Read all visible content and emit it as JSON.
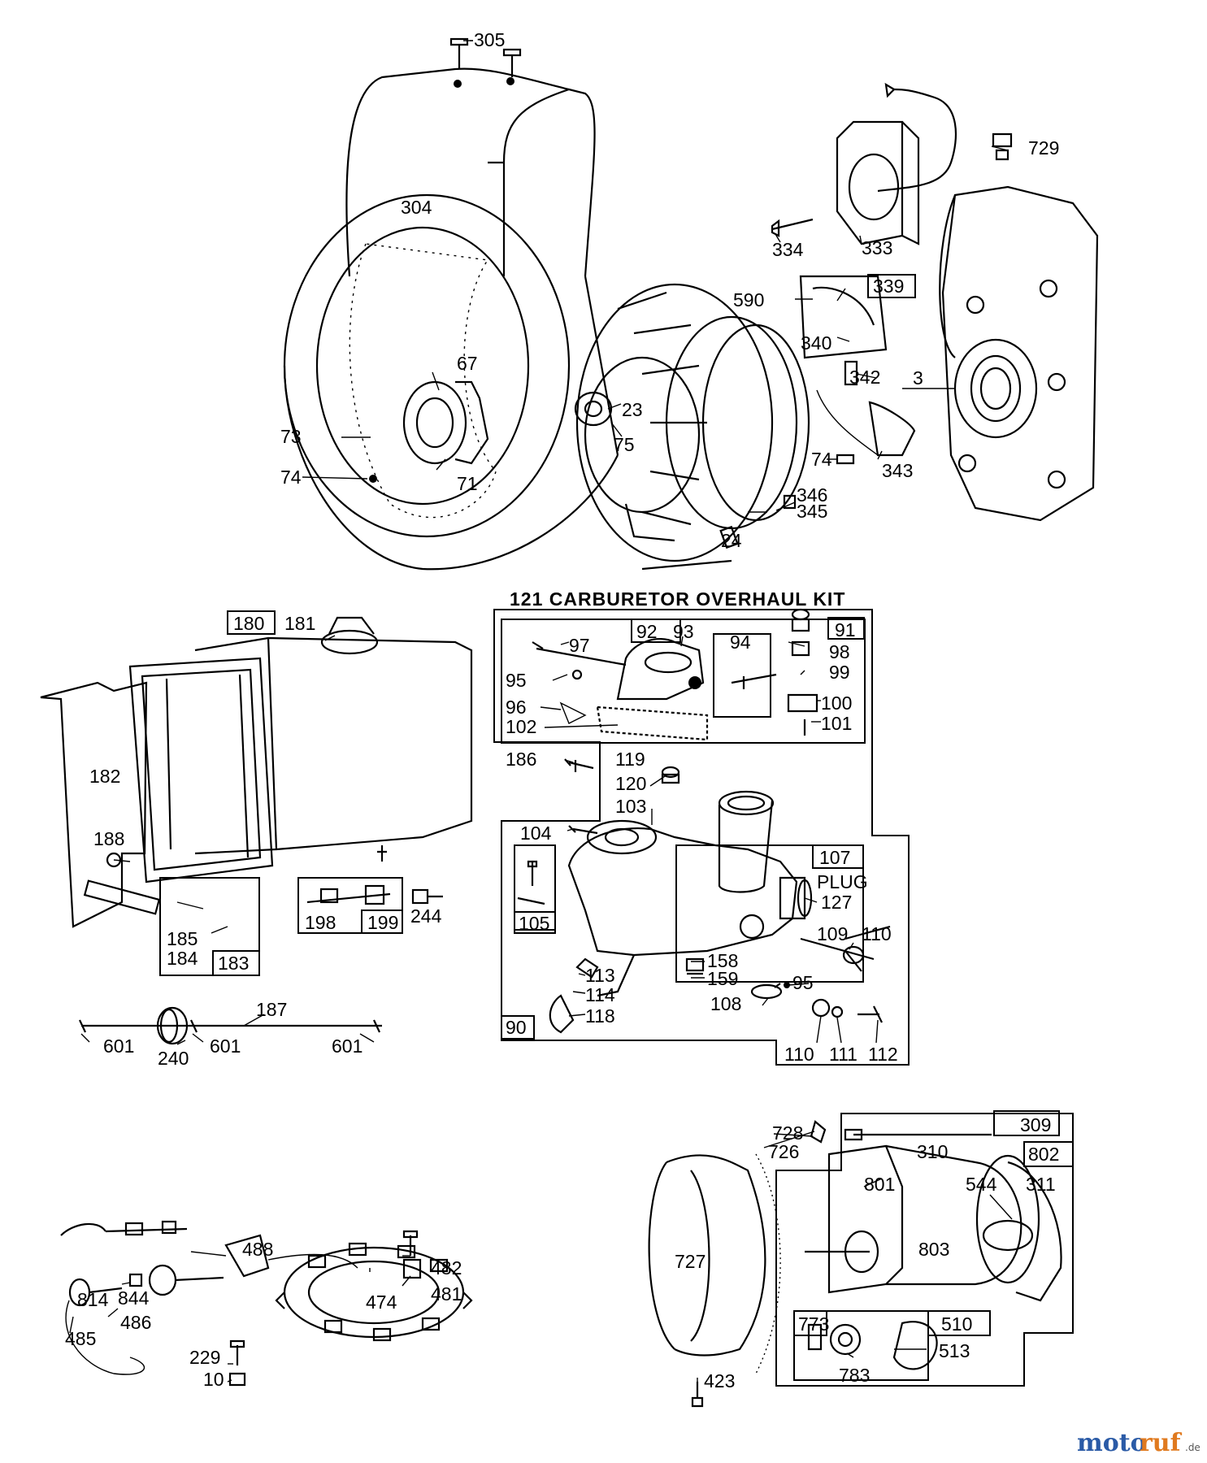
{
  "kit_header": "121 CARBURETOR OVERHAUL KIT",
  "plug_label": "PLUG",
  "watermark": {
    "main_a": "moto",
    "main_b": "ruf",
    "suffix": ".de"
  },
  "callouts": {
    "305": "305",
    "304": "304",
    "729": "729",
    "334": "334",
    "333": "333",
    "590": "590",
    "339": "339",
    "340": "340",
    "342": "342",
    "3": "3",
    "343": "343",
    "74a": "74",
    "74b": "74",
    "346": "346",
    "345": "345",
    "24": "24",
    "67": "67",
    "73": "73",
    "71": "71",
    "23": "23",
    "75": "75",
    "180": "180",
    "181": "181",
    "182": "182",
    "188": "188",
    "185": "185",
    "184": "184",
    "183": "183",
    "198": "198",
    "199": "199",
    "244": "244",
    "187": "187",
    "601a": "601",
    "601b": "601",
    "601c": "601",
    "240": "240",
    "92": "92",
    "93": "93",
    "94": "94",
    "91": "91",
    "97": "97",
    "98": "98",
    "99": "99",
    "95a": "95",
    "96": "96",
    "100": "100",
    "101": "101",
    "102": "102",
    "186": "186",
    "119": "119",
    "120": "120",
    "103": "103",
    "104": "104",
    "107": "107",
    "127": "127",
    "105": "105",
    "109": "109",
    "110a": "110",
    "158": "158",
    "159": "159",
    "95b": "95",
    "108": "108",
    "113": "113",
    "114": "114",
    "118": "118",
    "90": "90",
    "110b": "110",
    "111": "111",
    "112": "112",
    "309": "309",
    "728": "728",
    "726": "726",
    "310": "310",
    "802": "802",
    "801": "801",
    "544": "544",
    "311": "311",
    "727": "727",
    "803": "803",
    "773": "773",
    "510": "510",
    "513": "513",
    "783": "783",
    "423": "423",
    "488": "488",
    "482": "482",
    "481": "481",
    "814": "814",
    "844": "844",
    "474": "474",
    "485": "485",
    "486": "486",
    "229": "229",
    "10": "10"
  }
}
